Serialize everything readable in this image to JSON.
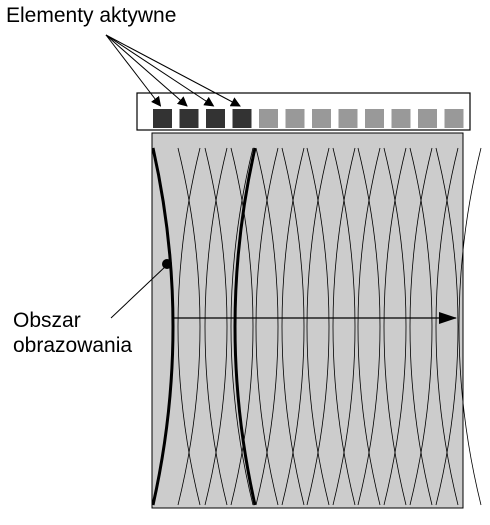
{
  "labels": {
    "active_elements": "Elementy aktywne",
    "imaging_region_line1": "Obszar",
    "imaging_region_line2": "obrazowania"
  },
  "array": {
    "element_count": 12,
    "active_count": 4
  },
  "colors": {
    "background": "#ffffff",
    "region_fill": "#cccccc",
    "active_element": "#333333",
    "inactive_element": "#999999",
    "line": "#000000"
  }
}
